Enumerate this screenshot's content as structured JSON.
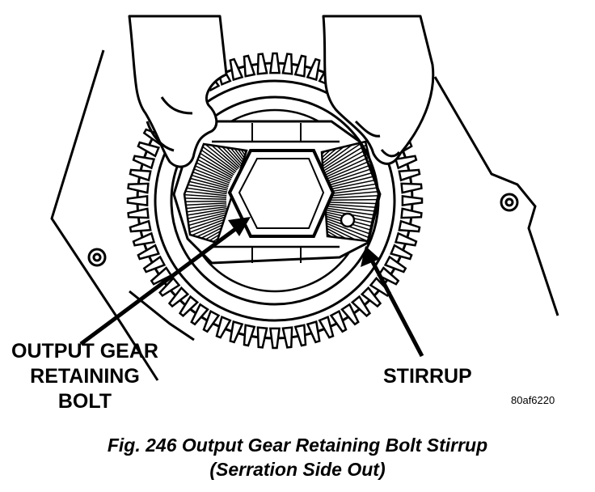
{
  "labels": {
    "output_gear_line1": "OUTPUT GEAR",
    "output_gear_line2": "RETAINING",
    "output_gear_line3": "BOLT",
    "stirrup": "STIRRUP"
  },
  "reference_code": "80af6220",
  "caption": {
    "line1": "Fig. 246 Output Gear Retaining Bolt Stirrup",
    "line2": "(Serration Side Out)"
  },
  "colors": {
    "ink": "#000000",
    "paper": "#ffffff"
  }
}
